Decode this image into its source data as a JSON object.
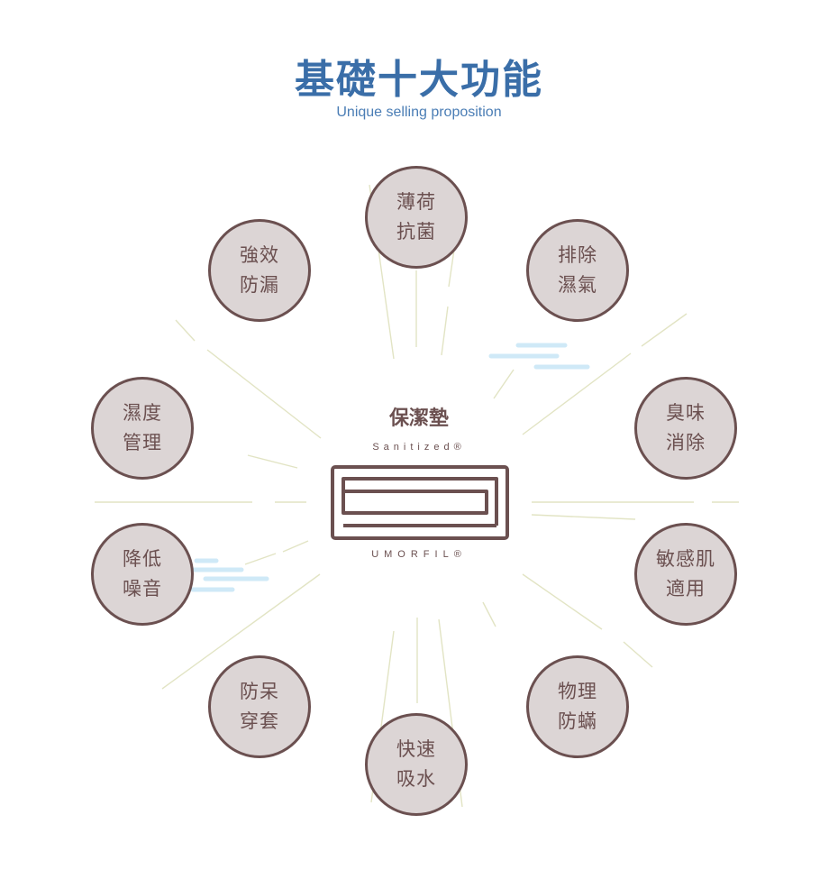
{
  "header": {
    "title": "基礎十大功能",
    "subtitle": "Unique selling proposition"
  },
  "center": {
    "name": "保潔墊",
    "brand_top": "Sanitized®",
    "brand_bottom": "UMORFIL®"
  },
  "features": [
    {
      "line1": "薄荷",
      "line2": "抗菌"
    },
    {
      "line1": "排除",
      "line2": "濕氣"
    },
    {
      "line1": "臭味",
      "line2": "消除"
    },
    {
      "line1": "敏感肌",
      "line2": "適用"
    },
    {
      "line1": "物理",
      "line2": "防蟎"
    },
    {
      "line1": "快速",
      "line2": "吸水"
    },
    {
      "line1": "防呆",
      "line2": "穿套"
    },
    {
      "line1": "降低",
      "line2": "噪音"
    },
    {
      "line1": "濕度",
      "line2": "管理"
    },
    {
      "line1": "強效",
      "line2": "防漏"
    }
  ],
  "colors": {
    "title": "#3a6ea8",
    "circle_fill": "#dcd5d5",
    "circle_border": "#6b5050",
    "text_brown": "#6b5050",
    "ray": "#e2e4c4",
    "cloud": "#cfe9f7"
  }
}
